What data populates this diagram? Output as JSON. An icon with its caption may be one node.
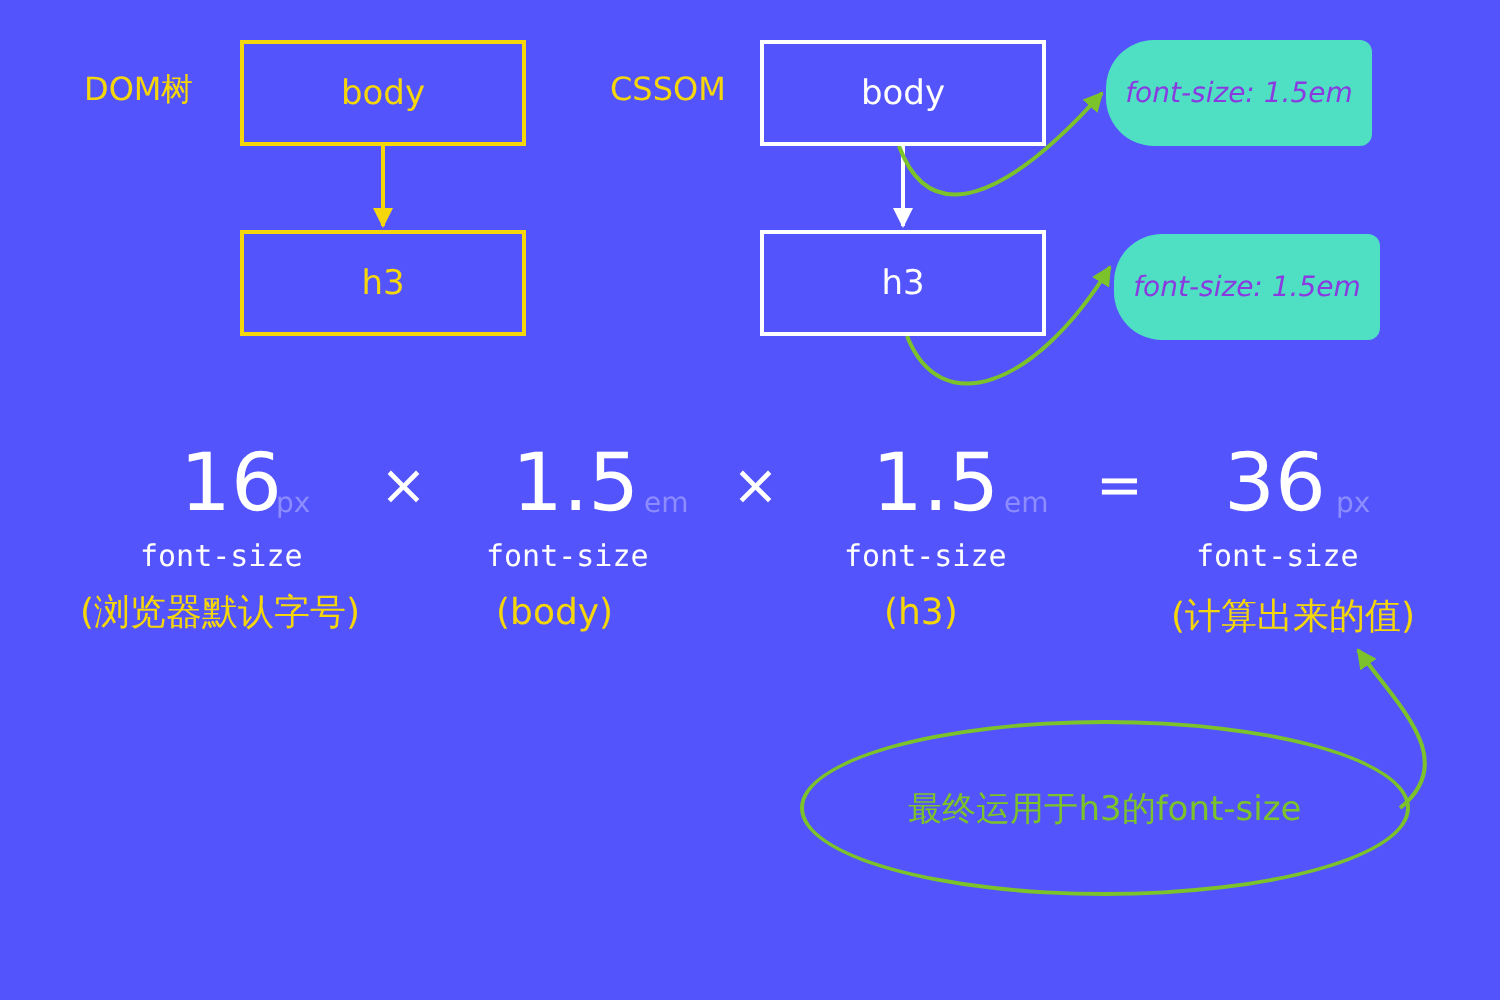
{
  "diagram": {
    "nodes": [
      {
        "text": [
          "body"
        ]
      },
      {
        "text": [
          "h3"
        ]
      },
      {
        "text": [
          "body"
        ]
      },
      {
        "text": [
          "h3"
        ]
      },
      {
        "text": [
          "font-size: 1.5em"
        ]
      },
      {
        "text": [
          "font-size: 1.5em"
        ]
      },
      {
        "text": [
          "最终运用于h3的font-size"
        ]
      },
      {
        "text": [
          "(计算出来的值)"
        ]
      }
    ],
    "edges": [
      {
        "from": 0,
        "to": 1,
        "arrow": "to",
        "color": "#f5d60a"
      },
      {
        "from": 2,
        "to": 3,
        "arrow": "to",
        "color": "#ffffff"
      },
      {
        "from": 2,
        "to": 4,
        "arrow": "to"
      },
      {
        "from": 3,
        "to": 5,
        "arrow": "to"
      },
      {
        "from": 6,
        "to": 7,
        "arrow": "to"
      }
    ],
    "labels": [
      "DOM树",
      "CSSOM",
      "16",
      "px",
      "×",
      "1.5",
      "em",
      "×",
      "1.5",
      "em",
      "=",
      "36",
      "px",
      "font-size",
      "font-size",
      "font-size",
      "font-size",
      "(浏览器默认字号)",
      "(body)",
      "(h3)"
    ]
  }
}
